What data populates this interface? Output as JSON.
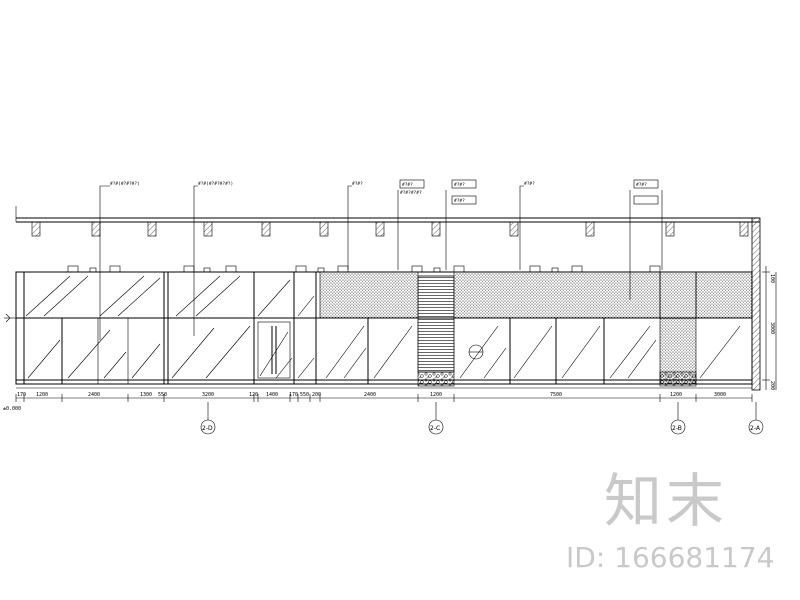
{
  "drawing": {
    "notes": [
      "#?#(#?#?#?)",
      "#?#(#?#?#?#?)",
      "#?#?",
      "#?#?",
      "#?#?#?#?"
    ],
    "tags": [
      "#?#?",
      "#?#?",
      "#?#?",
      "#?#?"
    ],
    "left_level": "±0.000",
    "dimensions": [
      "170",
      "1200",
      "2400",
      "1300",
      "550",
      "3200",
      "120",
      "1400",
      "170",
      "550",
      "200",
      "2400",
      "1200",
      "7500",
      "1200",
      "3000"
    ],
    "overall_height": "3000",
    "height_segment_top": "100",
    "height_segment_bottom": "200",
    "axes": [
      "2-D",
      "2-C",
      "2-B",
      "2-A"
    ]
  },
  "watermark": {
    "logo_text": "知末",
    "id_text": "ID: 166681174"
  }
}
